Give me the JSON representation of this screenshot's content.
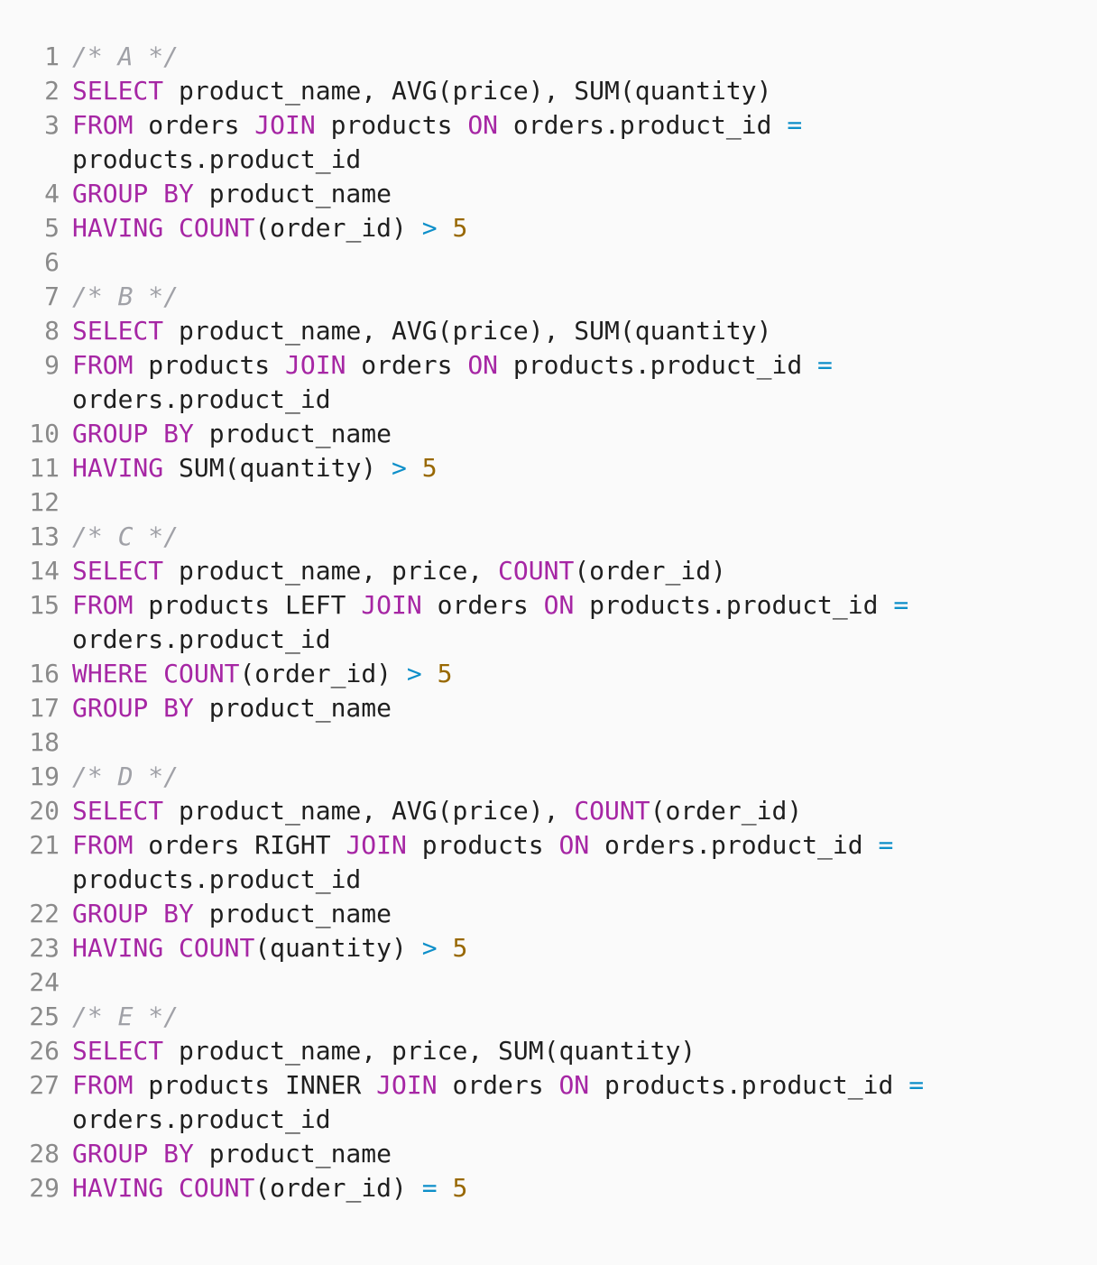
{
  "colors": {
    "background": "#fafafa",
    "keyword": "#a626a4",
    "operator": "#0d8fc9",
    "number": "#986801",
    "comment": "#a0a1a7",
    "text": "#1f1f1f",
    "line_number": "#8a8a8a"
  },
  "lines": [
    {
      "n": "1",
      "tokens": [
        {
          "t": "com",
          "v": "/* A */"
        }
      ]
    },
    {
      "n": "2",
      "tokens": [
        {
          "t": "kw",
          "v": "SELECT"
        },
        {
          "t": "txt",
          "v": " product_name, AVG(price), SUM(quantity)"
        }
      ]
    },
    {
      "n": "3",
      "wrapped": true,
      "tokens": [
        {
          "t": "kw",
          "v": "FROM"
        },
        {
          "t": "txt",
          "v": " orders "
        },
        {
          "t": "kw",
          "v": "JOIN"
        },
        {
          "t": "txt",
          "v": " products "
        },
        {
          "t": "kw",
          "v": "ON"
        },
        {
          "t": "txt",
          "v": " orders.product_id "
        },
        {
          "t": "op",
          "v": "="
        },
        {
          "t": "txt",
          "v": "\nproducts.product_id"
        }
      ]
    },
    {
      "n": "4",
      "tokens": [
        {
          "t": "kw",
          "v": "GROUP BY"
        },
        {
          "t": "txt",
          "v": " product_name"
        }
      ]
    },
    {
      "n": "5",
      "tokens": [
        {
          "t": "kw",
          "v": "HAVING"
        },
        {
          "t": "txt",
          "v": " "
        },
        {
          "t": "kw",
          "v": "COUNT"
        },
        {
          "t": "txt",
          "v": "(order_id) "
        },
        {
          "t": "op",
          "v": ">"
        },
        {
          "t": "txt",
          "v": " "
        },
        {
          "t": "num",
          "v": "5"
        }
      ]
    },
    {
      "n": "6",
      "tokens": []
    },
    {
      "n": "7",
      "tokens": [
        {
          "t": "com",
          "v": "/* B */"
        }
      ]
    },
    {
      "n": "8",
      "tokens": [
        {
          "t": "kw",
          "v": "SELECT"
        },
        {
          "t": "txt",
          "v": " product_name, AVG(price), SUM(quantity)"
        }
      ]
    },
    {
      "n": "9",
      "wrapped": true,
      "tokens": [
        {
          "t": "kw",
          "v": "FROM"
        },
        {
          "t": "txt",
          "v": " products "
        },
        {
          "t": "kw",
          "v": "JOIN"
        },
        {
          "t": "txt",
          "v": " orders "
        },
        {
          "t": "kw",
          "v": "ON"
        },
        {
          "t": "txt",
          "v": " products.product_id "
        },
        {
          "t": "op",
          "v": "="
        },
        {
          "t": "txt",
          "v": "\norders.product_id"
        }
      ]
    },
    {
      "n": "10",
      "tokens": [
        {
          "t": "kw",
          "v": "GROUP BY"
        },
        {
          "t": "txt",
          "v": " product_name"
        }
      ]
    },
    {
      "n": "11",
      "tokens": [
        {
          "t": "kw",
          "v": "HAVING"
        },
        {
          "t": "txt",
          "v": " SUM(quantity) "
        },
        {
          "t": "op",
          "v": ">"
        },
        {
          "t": "txt",
          "v": " "
        },
        {
          "t": "num",
          "v": "5"
        }
      ]
    },
    {
      "n": "12",
      "tokens": []
    },
    {
      "n": "13",
      "tokens": [
        {
          "t": "com",
          "v": "/* C */"
        }
      ]
    },
    {
      "n": "14",
      "tokens": [
        {
          "t": "kw",
          "v": "SELECT"
        },
        {
          "t": "txt",
          "v": " product_name, price, "
        },
        {
          "t": "kw",
          "v": "COUNT"
        },
        {
          "t": "txt",
          "v": "(order_id)"
        }
      ]
    },
    {
      "n": "15",
      "wrapped": true,
      "tokens": [
        {
          "t": "kw",
          "v": "FROM"
        },
        {
          "t": "txt",
          "v": " products LEFT "
        },
        {
          "t": "kw",
          "v": "JOIN"
        },
        {
          "t": "txt",
          "v": " orders "
        },
        {
          "t": "kw",
          "v": "ON"
        },
        {
          "t": "txt",
          "v": " products.product_id "
        },
        {
          "t": "op",
          "v": "="
        },
        {
          "t": "txt",
          "v": "\norders.product_id"
        }
      ]
    },
    {
      "n": "16",
      "tokens": [
        {
          "t": "kw",
          "v": "WHERE"
        },
        {
          "t": "txt",
          "v": " "
        },
        {
          "t": "kw",
          "v": "COUNT"
        },
        {
          "t": "txt",
          "v": "(order_id) "
        },
        {
          "t": "op",
          "v": ">"
        },
        {
          "t": "txt",
          "v": " "
        },
        {
          "t": "num",
          "v": "5"
        }
      ]
    },
    {
      "n": "17",
      "tokens": [
        {
          "t": "kw",
          "v": "GROUP BY"
        },
        {
          "t": "txt",
          "v": " product_name"
        }
      ]
    },
    {
      "n": "18",
      "tokens": []
    },
    {
      "n": "19",
      "tokens": [
        {
          "t": "com",
          "v": "/* D */"
        }
      ]
    },
    {
      "n": "20",
      "tokens": [
        {
          "t": "kw",
          "v": "SELECT"
        },
        {
          "t": "txt",
          "v": " product_name, AVG(price), "
        },
        {
          "t": "kw",
          "v": "COUNT"
        },
        {
          "t": "txt",
          "v": "(order_id)"
        }
      ]
    },
    {
      "n": "21",
      "wrapped": true,
      "tokens": [
        {
          "t": "kw",
          "v": "FROM"
        },
        {
          "t": "txt",
          "v": " orders RIGHT "
        },
        {
          "t": "kw",
          "v": "JOIN"
        },
        {
          "t": "txt",
          "v": " products "
        },
        {
          "t": "kw",
          "v": "ON"
        },
        {
          "t": "txt",
          "v": " orders.product_id "
        },
        {
          "t": "op",
          "v": "="
        },
        {
          "t": "txt",
          "v": "\nproducts.product_id"
        }
      ]
    },
    {
      "n": "22",
      "tokens": [
        {
          "t": "kw",
          "v": "GROUP BY"
        },
        {
          "t": "txt",
          "v": " product_name"
        }
      ]
    },
    {
      "n": "23",
      "tokens": [
        {
          "t": "kw",
          "v": "HAVING"
        },
        {
          "t": "txt",
          "v": " "
        },
        {
          "t": "kw",
          "v": "COUNT"
        },
        {
          "t": "txt",
          "v": "(quantity) "
        },
        {
          "t": "op",
          "v": ">"
        },
        {
          "t": "txt",
          "v": " "
        },
        {
          "t": "num",
          "v": "5"
        }
      ]
    },
    {
      "n": "24",
      "tokens": []
    },
    {
      "n": "25",
      "tokens": [
        {
          "t": "com",
          "v": "/* E */"
        }
      ]
    },
    {
      "n": "26",
      "tokens": [
        {
          "t": "kw",
          "v": "SELECT"
        },
        {
          "t": "txt",
          "v": " product_name, price, SUM(quantity)"
        }
      ]
    },
    {
      "n": "27",
      "wrapped": true,
      "tokens": [
        {
          "t": "kw",
          "v": "FROM"
        },
        {
          "t": "txt",
          "v": " products INNER "
        },
        {
          "t": "kw",
          "v": "JOIN"
        },
        {
          "t": "txt",
          "v": " orders "
        },
        {
          "t": "kw",
          "v": "ON"
        },
        {
          "t": "txt",
          "v": " products.product_id "
        },
        {
          "t": "op",
          "v": "="
        },
        {
          "t": "txt",
          "v": "\norders.product_id"
        }
      ]
    },
    {
      "n": "28",
      "tokens": [
        {
          "t": "kw",
          "v": "GROUP BY"
        },
        {
          "t": "txt",
          "v": " product_name"
        }
      ]
    },
    {
      "n": "29",
      "tokens": [
        {
          "t": "kw",
          "v": "HAVING"
        },
        {
          "t": "txt",
          "v": " "
        },
        {
          "t": "kw",
          "v": "COUNT"
        },
        {
          "t": "txt",
          "v": "(order_id) "
        },
        {
          "t": "op",
          "v": "="
        },
        {
          "t": "txt",
          "v": " "
        },
        {
          "t": "num",
          "v": "5"
        }
      ]
    }
  ]
}
